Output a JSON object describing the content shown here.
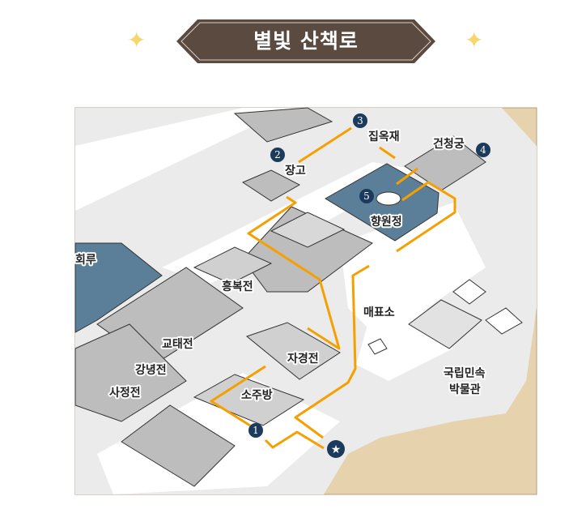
{
  "title": "별빛 산책로",
  "colors": {
    "banner": "#5a4a40",
    "route": "#f5a000",
    "marker": "#1b3a5c",
    "pond": "#5b7f98",
    "outside": "#e6d3ae",
    "ground": "#ebebeb"
  },
  "icons": {
    "sparkle": "sparkle-icon",
    "start": "star-icon"
  },
  "markers": [
    "1",
    "2",
    "3",
    "4",
    "5"
  ],
  "labels": {
    "janggo": "장고",
    "jibokjae": "집옥재",
    "geoncheonggung": "건청궁",
    "hyangwonjeong": "향원정",
    "gyeonghoeru": "회루",
    "heungbokjeon": "흥복전",
    "ticket": "매표소",
    "gyotaejeon": "교태전",
    "jagyeongjeon": "자경전",
    "gangnyeongjeon": "강녕전",
    "museum_1": "국립민속",
    "museum_2": "박물관",
    "sajeongjeon": "사정전",
    "sojubang": "소주방"
  }
}
